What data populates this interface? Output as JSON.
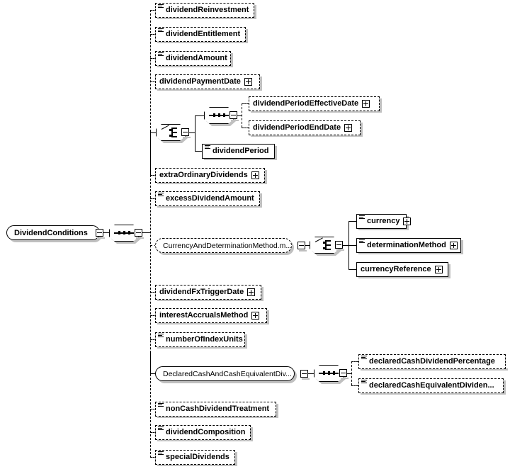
{
  "diagram": {
    "title": "DividendConditions",
    "type": "xsd-schema-tree",
    "root": {
      "name": "DividendConditions",
      "shape": "rounded-solid",
      "toggle": "minus"
    },
    "root_compositor": {
      "kind": "sequence",
      "toggle": "minus"
    },
    "children": [
      {
        "id": "dividendReinvestment",
        "label": "dividendReinvestment",
        "optional": true,
        "type_icon": true,
        "toggle": null
      },
      {
        "id": "dividendEntitlement",
        "label": "dividendEntitlement",
        "optional": true,
        "type_icon": true,
        "toggle": null
      },
      {
        "id": "dividendAmount",
        "label": "dividendAmount",
        "optional": true,
        "type_icon": true,
        "toggle": null
      },
      {
        "id": "dividendPaymentDate",
        "label": "dividendPaymentDate",
        "optional": true,
        "type_icon": false,
        "toggle": "plus"
      },
      {
        "id": "period-choice",
        "label": "",
        "optional": false,
        "kind": "choice",
        "toggle": "minus"
      },
      {
        "id": "extraOrdinaryDividends",
        "label": "extraOrdinaryDividends",
        "optional": true,
        "type_icon": false,
        "toggle": "plus"
      },
      {
        "id": "excessDividendAmount",
        "label": "excessDividendAmount",
        "optional": true,
        "type_icon": true,
        "toggle": null
      },
      {
        "id": "CurrencyAndDeterminationMethod",
        "label": "CurrencyAndDeterminationMethod.m...",
        "optional": true,
        "kind": "group",
        "toggle": "minus"
      },
      {
        "id": "dividendFxTriggerDate",
        "label": "dividendFxTriggerDate",
        "optional": true,
        "type_icon": false,
        "toggle": "plus"
      },
      {
        "id": "interestAccrualsMethod",
        "label": "interestAccrualsMethod",
        "optional": true,
        "type_icon": false,
        "toggle": "plus"
      },
      {
        "id": "numberOfIndexUnits",
        "label": "numberOfIndexUnits",
        "optional": true,
        "type_icon": true,
        "toggle": null
      },
      {
        "id": "DeclaredCashAndCashEquivalentDiv",
        "label": "DeclaredCashAndCashEquivalentDiv...",
        "optional": false,
        "kind": "group",
        "toggle": "minus"
      },
      {
        "id": "nonCashDividendTreatment",
        "label": "nonCashDividendTreatment",
        "optional": true,
        "type_icon": true,
        "toggle": null
      },
      {
        "id": "dividendComposition",
        "label": "dividendComposition",
        "optional": true,
        "type_icon": true,
        "toggle": null
      },
      {
        "id": "specialDividends",
        "label": "specialDividends",
        "optional": true,
        "type_icon": true,
        "toggle": null
      }
    ],
    "period_choice_branches": {
      "sequence_compositor": {
        "kind": "sequence",
        "toggle": "minus"
      },
      "sequence_children": [
        {
          "id": "dividendPeriodEffectiveDate",
          "label": "dividendPeriodEffectiveDate",
          "optional": true,
          "type_icon": false,
          "toggle": "plus"
        },
        {
          "id": "dividendPeriodEndDate",
          "label": "dividendPeriodEndDate",
          "optional": true,
          "type_icon": false,
          "toggle": "plus"
        }
      ],
      "direct_child": {
        "id": "dividendPeriod",
        "label": "dividendPeriod",
        "optional": false,
        "type_icon": true,
        "toggle": null
      }
    },
    "currency_group_branches": {
      "compositor": {
        "kind": "choice",
        "toggle": "minus"
      },
      "children": [
        {
          "id": "currency",
          "label": "currency",
          "optional": false,
          "type_icon": true,
          "toggle": "plus"
        },
        {
          "id": "determinationMethod",
          "label": "determinationMethod",
          "optional": false,
          "type_icon": true,
          "toggle": "plus"
        },
        {
          "id": "currencyReference",
          "label": "currencyReference",
          "optional": false,
          "type_icon": false,
          "toggle": "plus"
        }
      ]
    },
    "declared_cash_branches": {
      "compositor": {
        "kind": "sequence",
        "toggle": "minus"
      },
      "children": [
        {
          "id": "declaredCashDividendPercentage",
          "label": "declaredCashDividendPercentage",
          "optional": true,
          "type_icon": true,
          "toggle": null
        },
        {
          "id": "declaredCashEquivalentDividen",
          "label": "declaredCashEquivalentDividen...",
          "optional": true,
          "type_icon": true,
          "toggle": null
        }
      ]
    },
    "colors": {
      "line": "#000000",
      "box_fill": "#ffffff",
      "shadow": "#c0c0c0",
      "text": "#000000"
    }
  }
}
